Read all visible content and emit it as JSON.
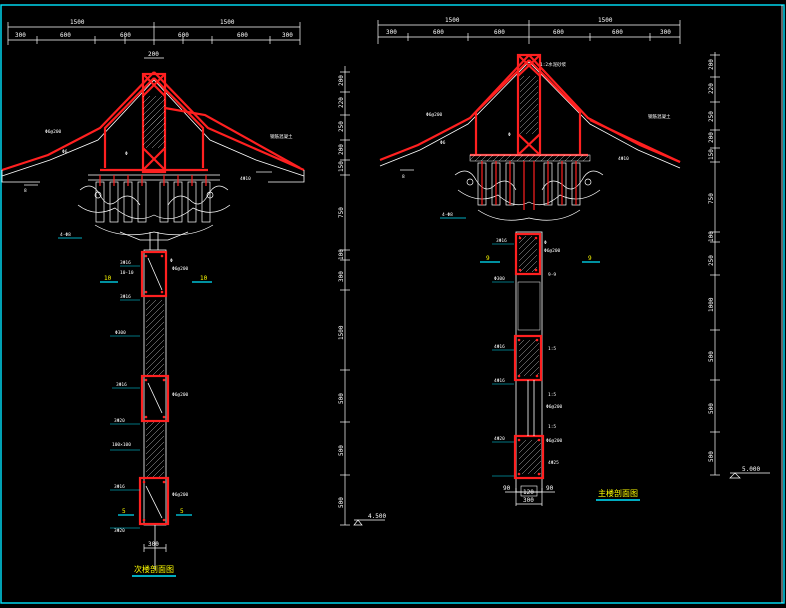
{
  "left_section": {
    "top_dims": {
      "total": [
        "1500",
        "1500"
      ],
      "parts": [
        "300",
        "600",
        "600",
        "600",
        "600",
        "300"
      ]
    },
    "ridge_width": "200",
    "column_width": "300",
    "right_dims": [
      "200",
      "220",
      "250",
      "200",
      "150",
      "750",
      "100",
      "300",
      "1500",
      "500",
      "500",
      "500"
    ],
    "section_marks": [
      "10",
      "10",
      "5",
      "5"
    ],
    "level": "4.500",
    "title": "次楼剖面图"
  },
  "right_section": {
    "top_dims": {
      "total": [
        "1500",
        "1500"
      ],
      "parts": [
        "300",
        "600",
        "600",
        "600",
        "600",
        "300"
      ]
    },
    "right_dims": [
      "200",
      "220",
      "250",
      "200",
      "150",
      "750",
      "100",
      "250",
      "1000",
      "500",
      "500",
      "500"
    ],
    "section_marks": [
      "9",
      "9"
    ],
    "bottom_dims": [
      "90",
      "120",
      "90",
      "300"
    ],
    "level": "5.000",
    "title": "主楼剖面图"
  }
}
